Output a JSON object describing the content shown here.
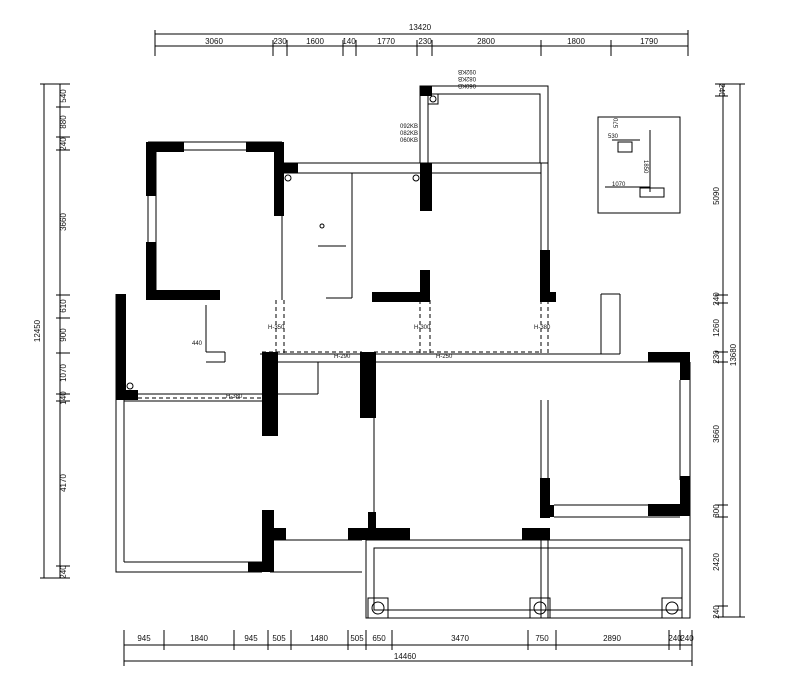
{
  "plan": {
    "top_total": "13420",
    "top_dims": [
      "3060",
      "230",
      "1600",
      "140",
      "1770",
      "230",
      "2800",
      "1800",
      "1790"
    ],
    "bottom_total": "14460",
    "bottom_dims": [
      "945",
      "1840",
      "945",
      "505",
      "1480",
      "505",
      "650",
      "3470",
      "750",
      "2890",
      "240",
      "240"
    ],
    "left_total": "12450",
    "left_dims": [
      "540",
      "880",
      "240",
      "3660",
      "610",
      "900",
      "1070",
      "140",
      "4170",
      "240"
    ],
    "right_total": "13680",
    "right_dims_upper": [
      "240",
      "5090",
      "240",
      "1260",
      "230"
    ],
    "right_dims_lower": [
      "3660",
      "300",
      "2420",
      "240"
    ],
    "inset_dims": [
      "530",
      "1070",
      "1850",
      "570"
    ],
    "labels": {
      "h350_a": "H-350",
      "h300_a": "H-300",
      "h380_a": "H-380",
      "h290": "H-290",
      "h250": "H-250",
      "h380_b": "H-380",
      "dim440": "440"
    },
    "notes": [
      "092KB",
      "082KB",
      "060KB"
    ]
  }
}
